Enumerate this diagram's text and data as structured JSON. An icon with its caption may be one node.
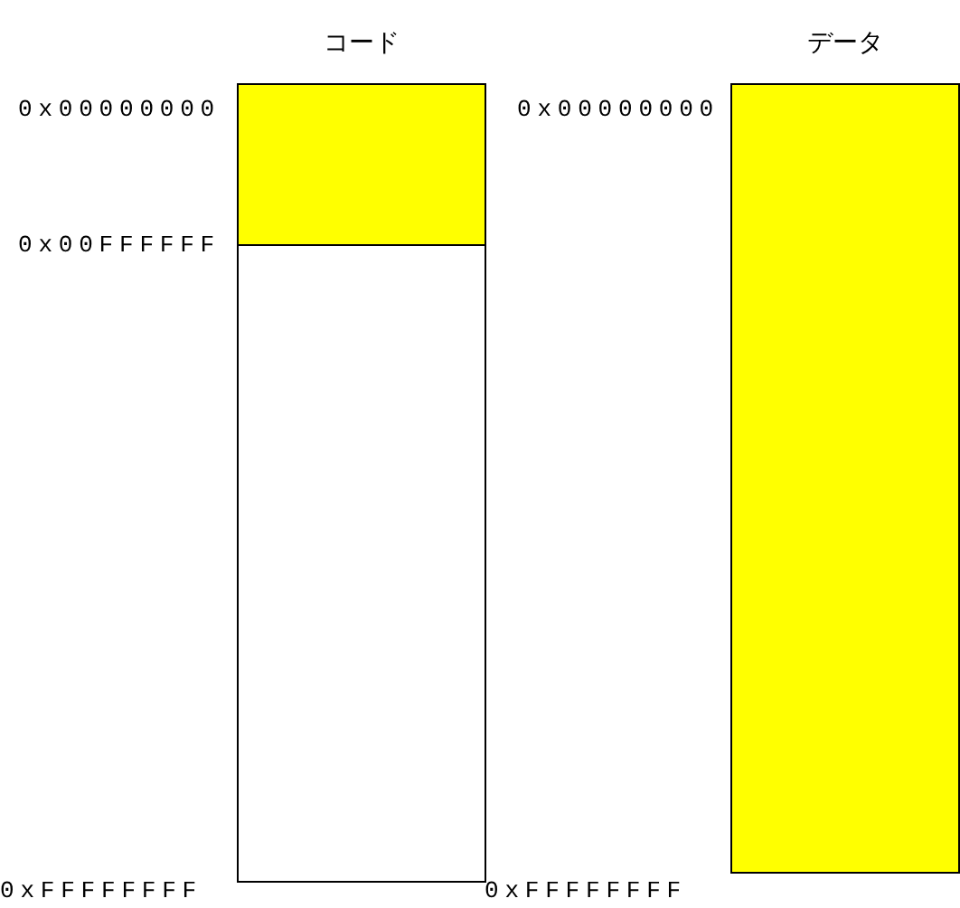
{
  "diagram": {
    "nodes": [
      {
        "text": [
          "コード"
        ]
      },
      {
        "text": [],
        "shape": "bar",
        "in": 0
      },
      {
        "text": [
          "データ"
        ]
      }
    ],
    "labels": [
      "0x00000000",
      "0x00000000",
      "0x00FFFFFF",
      "0xFFFFFFFF",
      "0xFFFFFFFF"
    ]
  }
}
